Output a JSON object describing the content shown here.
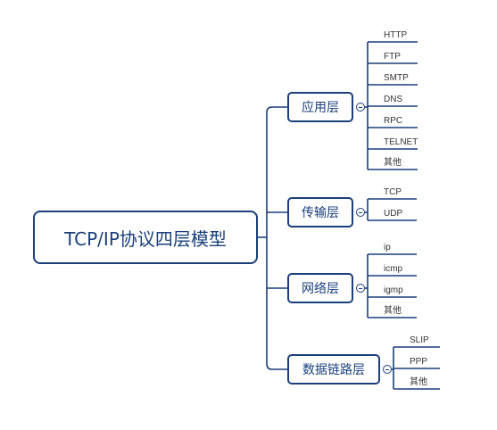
{
  "root": {
    "label": "TCP/IP协议四层模型"
  },
  "layers": [
    {
      "label": "应用层",
      "items": [
        "HTTP",
        "FTP",
        "SMTP",
        "DNS",
        "RPC",
        "TELNET",
        "其他"
      ]
    },
    {
      "label": "传输层",
      "items": [
        "TCP",
        "UDP"
      ]
    },
    {
      "label": "网络层",
      "items": [
        "ip",
        "icmp",
        "igmp",
        "其他"
      ]
    },
    {
      "label": "数据链路层",
      "items": [
        "SLIP",
        "PPP",
        "其他"
      ]
    }
  ],
  "colors": {
    "line": "#1a3f7a",
    "text": "#333333"
  }
}
